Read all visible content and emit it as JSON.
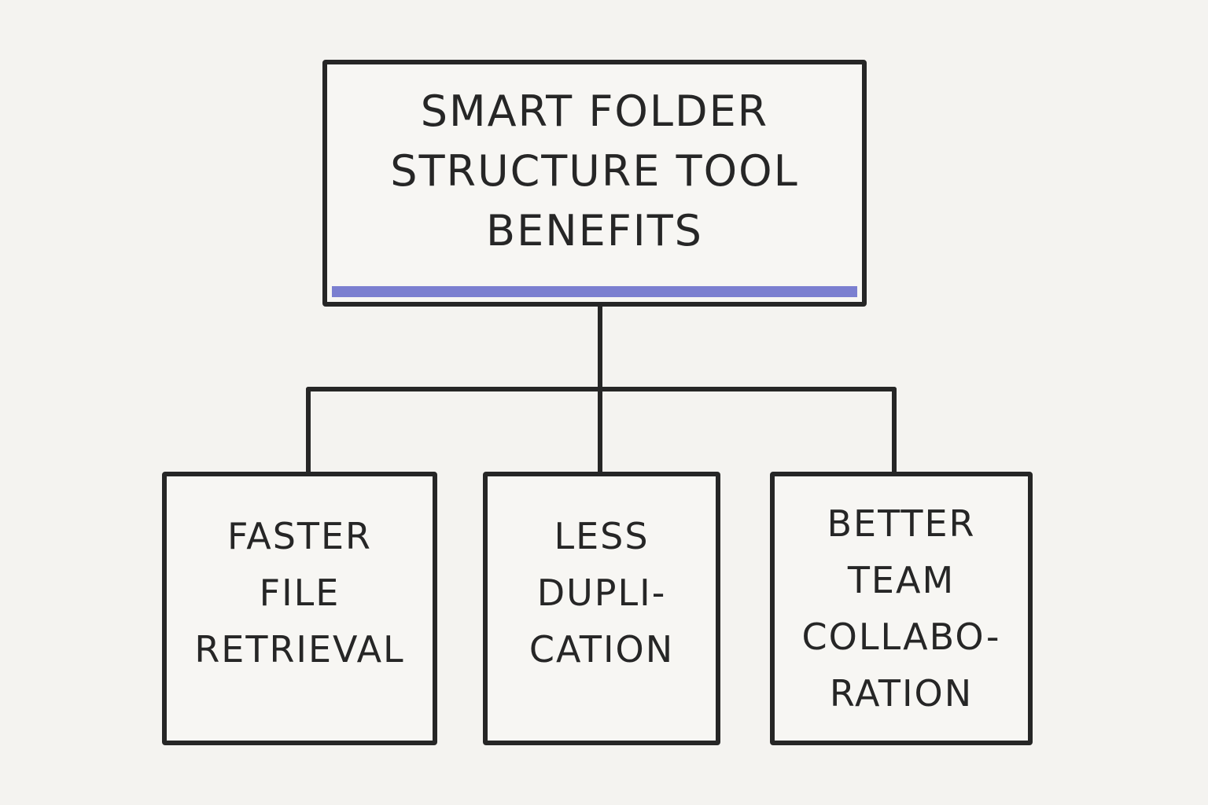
{
  "title": {
    "lines": [
      "Smart Folder",
      "Structure Tool",
      "Benefits"
    ]
  },
  "children": [
    {
      "lines": [
        "Faster",
        "File",
        "Retrieval"
      ]
    },
    {
      "lines": [
        "Less",
        "Dupli-",
        "cation"
      ]
    },
    {
      "lines": [
        "Better",
        "Team",
        "Collabo-",
        "ration"
      ]
    }
  ],
  "colors": {
    "accent": "#7b7fd0",
    "ink": "#262626",
    "paper": "#f4f3f0"
  }
}
